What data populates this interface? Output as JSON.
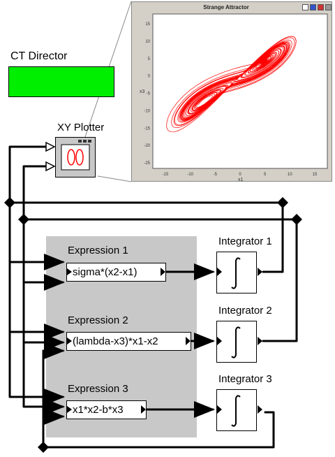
{
  "director": {
    "label": "CT Director",
    "color": "#00ee00"
  },
  "xy_plotter": {
    "label": "XY Plotter"
  },
  "plot_window": {
    "title": "Strange Attractor",
    "x_axis_label": "x1",
    "y_axis_label": "x3",
    "x_ticks": [
      "-15",
      "-10",
      "-5",
      "0",
      "5",
      "10",
      "15"
    ],
    "y_ticks": [
      "15",
      "10",
      "5",
      "0",
      "-5",
      "-10",
      "-15",
      "-20",
      "-25"
    ],
    "trace_color": "#ff0000"
  },
  "expressions": {
    "e1": {
      "label": "Expression 1",
      "formula": "sigma*(x2-x1)"
    },
    "e2": {
      "label": "Expression 2",
      "formula": "(lambda-x3)*x1-x2"
    },
    "e3": {
      "label": "Expression 3",
      "formula": "x1*x2-b*x3"
    }
  },
  "integrators": {
    "i1": {
      "label": "Integrator 1"
    },
    "i2": {
      "label": "Integrator 2"
    },
    "i3": {
      "label": "Integrator 3"
    }
  },
  "colors": {
    "group_bg": "#c8c8c8",
    "director_green": "#00ee00"
  }
}
